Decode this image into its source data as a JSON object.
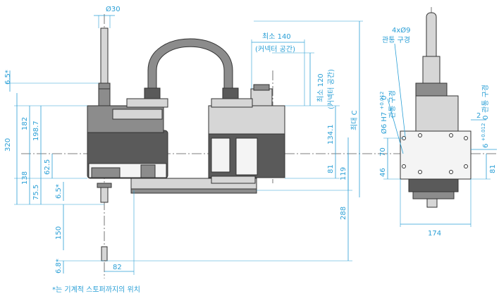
{
  "dimensions": {
    "shaft_diameter": "Ø30",
    "min_140": "최소 140",
    "connector_space_h": "(커넥터 공간)",
    "min_120": "최소 120",
    "connector_space_v": "(커넥터 공간)",
    "max_c": "최대 C",
    "d6_5_top": "6.5*",
    "d320": "320",
    "d182": "182",
    "d198_7": "198.7",
    "d62_5": "62.5",
    "d138": "138",
    "d75_5": "75.5",
    "d6_5_mid": "6.5*",
    "d150": "150",
    "d6_8": "6.8*",
    "d82": "82",
    "d134_1": "134.1",
    "d81_mid": "81",
    "d119": "119",
    "d288": "288",
    "holes_4x": "4xØ9",
    "through_hole_top": "관통 구경",
    "pin_hole_main": "Ø6 H7",
    "pin_hole_tol_upper": "+0.012",
    "pin_hole_tol_lower": "0",
    "pin_hole_label": "관통 구경",
    "d2": "2",
    "right_hole_main": "6",
    "right_hole_tol_upper": "+0.012",
    "right_hole_tol_lower": "0",
    "right_hole_label": "관통 구경",
    "d70": "70",
    "d46": "46",
    "d81_right": "81",
    "d174": "174"
  },
  "footnote": "*는 기계적 스토퍼까지의 위치",
  "colors": {
    "dimension": "#2a9fd6",
    "body_dark": "#5a5a5a",
    "body_light": "#d6d6d6"
  }
}
